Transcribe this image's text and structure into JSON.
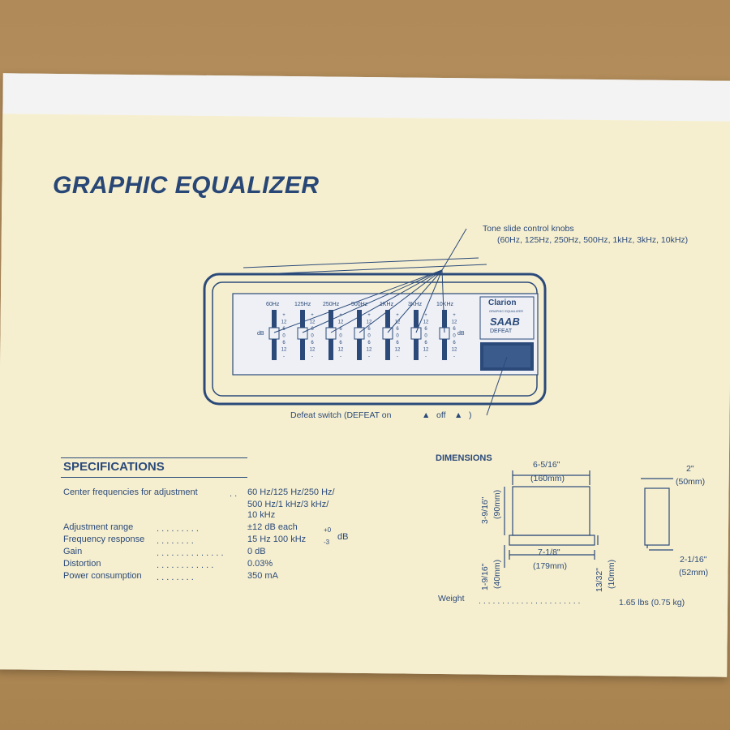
{
  "title": "GRAPHIC EQUALIZER",
  "callouts": {
    "knobs_label": "Tone slide control knobs",
    "knobs_freqs": "(60Hz, 125Hz, 250Hz, 500Hz, 1kHz, 3kHz, 10kHz)",
    "defeat_label": "Defeat switch (DEFEAT on",
    "defeat_off": "off",
    "defeat_close": ")"
  },
  "panel": {
    "bands": [
      "60Hz",
      "125Hz",
      "250Hz",
      "500Hz",
      "1KHz",
      "3KHz",
      "10KHz"
    ],
    "scale": [
      "+",
      "12",
      "6",
      "0",
      "6",
      "12",
      "-"
    ],
    "db_label": "dB",
    "brand": "Clarion",
    "brand_sub": "GRAPHIC EQUALIZER",
    "model": "SAAB",
    "defeat": "DEFEAT"
  },
  "specifications": {
    "heading": "SPECIFICATIONS",
    "rows": [
      {
        "label": "Center frequencies for adjustment",
        "leader": ". .",
        "value": "60 Hz/125 Hz/250 Hz/"
      },
      {
        "label": "",
        "leader": "",
        "value": "500 Hz/1 kHz/3 kHz/"
      },
      {
        "label": "",
        "leader": "",
        "value": "10 kHz"
      },
      {
        "label": "Adjustment range",
        "leader": ". . . . . . . . .",
        "value": "±12 dB each"
      },
      {
        "label": "Frequency response",
        "leader": ". . . . . . . .",
        "value": "15 Hz  100 kHz"
      },
      {
        "label": "Gain",
        "leader": ". . . . . . . . . . . . . .",
        "value": "0 dB"
      },
      {
        "label": "Distortion",
        "leader": ". . . . . . . . . . . .",
        "value": "0.03%"
      },
      {
        "label": "Power consumption",
        "leader": ". . . . . . . .",
        "value": "350 mA"
      }
    ],
    "freq_tol_plus": "+0",
    "freq_tol_minus": "-3",
    "freq_tol_unit": "dB"
  },
  "dimensions": {
    "heading": "DIMENSIONS",
    "width_in": "6-5/16\"",
    "width_mm": "(160mm)",
    "height_in": "3-9/16\"",
    "height_mm": "(90mm)",
    "base_width_in": "7-1/8\"",
    "base_width_mm": "(179mm)",
    "base_height_in": "1-9/16\"",
    "base_height_mm": "(40mm)",
    "depth_small_in": "13/32\"",
    "depth_small_mm": "(10mm)",
    "side_width_in": "2\"",
    "side_width_mm": "(50mm)",
    "side_depth_in": "2-1/16\"",
    "side_depth_mm": "(52mm)",
    "weight_label": "Weight",
    "weight_leader": ". . . . . . . . . . . . . . . . . . . . . .",
    "weight_value": "1.65 lbs (0.75 kg)"
  },
  "colors": {
    "ink": "#2b4a7a",
    "paper": "#f6efcf",
    "table": "#b38d5c"
  }
}
